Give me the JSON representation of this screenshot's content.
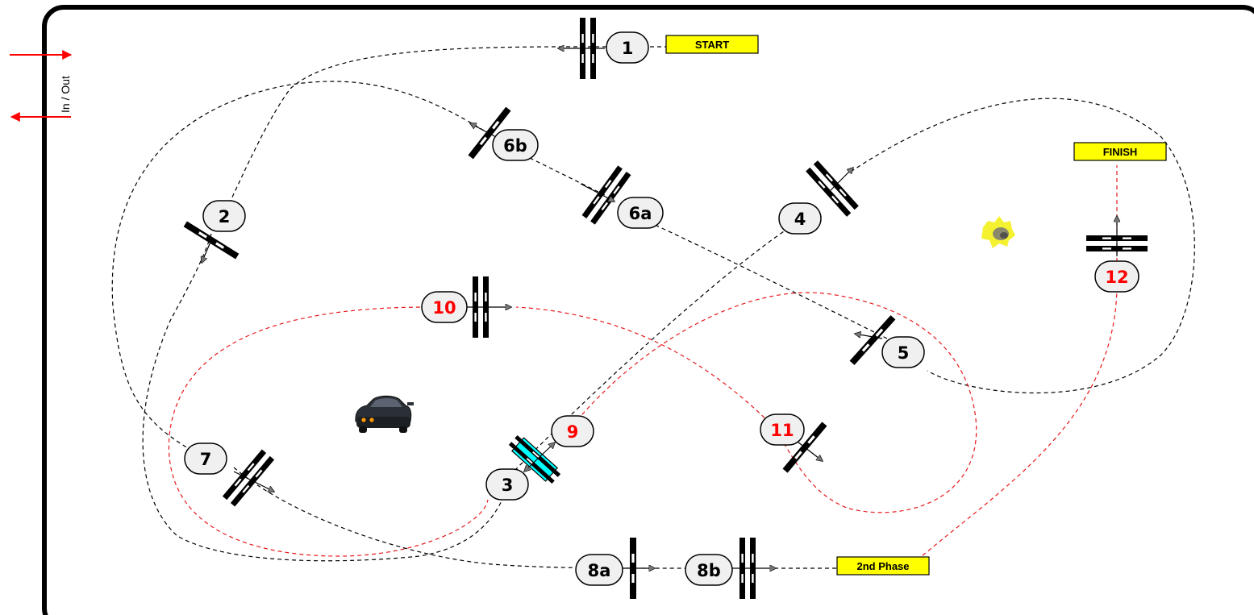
{
  "side_label": "In / Out",
  "labels": {
    "start": "START",
    "finish": "FINISH",
    "phase2": "2nd Phase"
  },
  "gates": [
    {
      "id": "1",
      "phase": 1
    },
    {
      "id": "2",
      "phase": 1
    },
    {
      "id": "3",
      "phase": 1
    },
    {
      "id": "4",
      "phase": 1
    },
    {
      "id": "5",
      "phase": 1
    },
    {
      "id": "6a",
      "phase": 1
    },
    {
      "id": "6b",
      "phase": 1
    },
    {
      "id": "7",
      "phase": 1
    },
    {
      "id": "8a",
      "phase": 1
    },
    {
      "id": "8b",
      "phase": 1
    },
    {
      "id": "9",
      "phase": 2
    },
    {
      "id": "10",
      "phase": 2
    },
    {
      "id": "11",
      "phase": 2
    },
    {
      "id": "12",
      "phase": 2
    }
  ],
  "colors": {
    "phase1_text": "#000000",
    "phase2_text": "#ff0000",
    "phase1_path": "#000000",
    "phase2_path": "#e8191c",
    "label_fill": "#ffff00",
    "highlight_gate": "#00ffff",
    "in_out_arrow": "#ff0000",
    "bubble_fill": "#f0f0f0"
  },
  "icons": [
    "car-icon",
    "explosion-icon"
  ]
}
